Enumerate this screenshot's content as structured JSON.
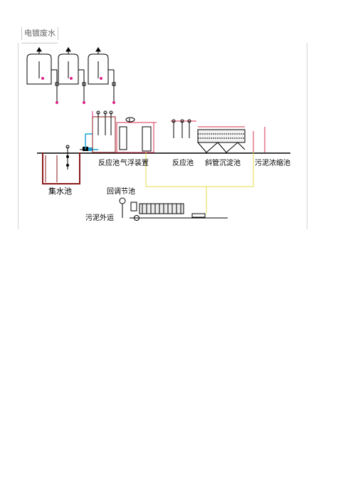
{
  "document": {
    "heading": "电镀废水"
  },
  "diagram": {
    "labels": {
      "collection_tank": "集水池",
      "reaction_tank_1": "反应池",
      "air_flotation": "气浮装置",
      "reaction_tank_2": "反应池",
      "inclined_tube_settler": "斜管沉淀池",
      "sludge_thickener": "污泥浓缩池",
      "regulating_tank": "回调节池",
      "sludge_pump": "污泥外运"
    }
  },
  "colors": {
    "line": "#000000",
    "water_pipe": "#1aa3d9",
    "sludge_pipe": "#e6d84a",
    "dosing_pipe": "#d9304f",
    "valve_dot": "#e0208a",
    "tank_wall": "#8b1a1a"
  }
}
